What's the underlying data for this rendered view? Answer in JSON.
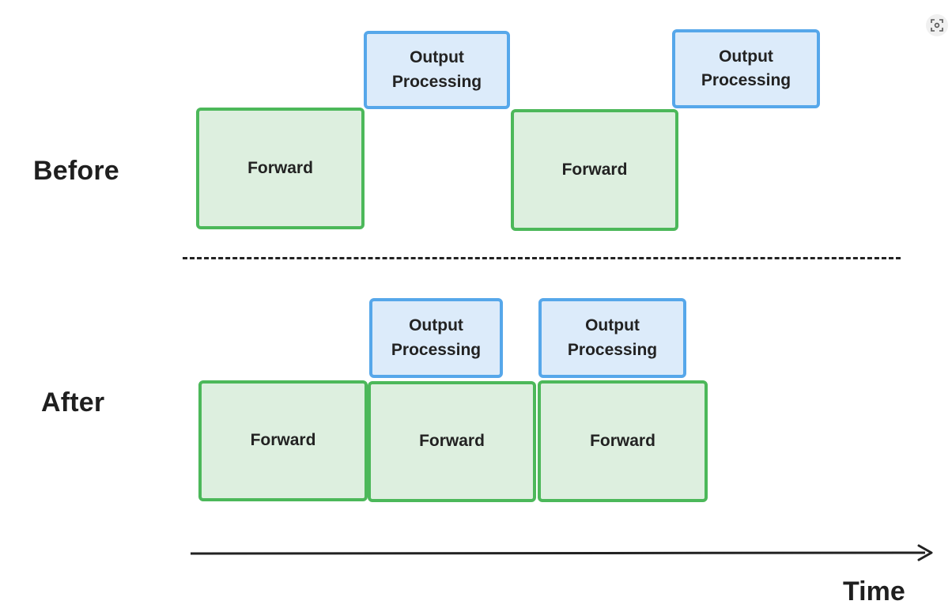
{
  "rows": {
    "before_label": "Before",
    "after_label": "After"
  },
  "before": {
    "forward_1": "Forward",
    "output_1": "Output\nProcessing",
    "forward_2": "Forward",
    "output_2": "Output\nProcessing"
  },
  "after": {
    "forward_1": "Forward",
    "output_1": "Output\nProcessing",
    "forward_2": "Forward",
    "output_2": "Output\nProcessing",
    "forward_3": "Forward"
  },
  "axis": {
    "label": "Time"
  },
  "icons": {
    "corner": "focus-icon"
  },
  "colors": {
    "forward_fill": "#ddefdf",
    "forward_border": "#4cb85a",
    "output_fill": "#dcebfa",
    "output_border": "#56a7ea"
  }
}
